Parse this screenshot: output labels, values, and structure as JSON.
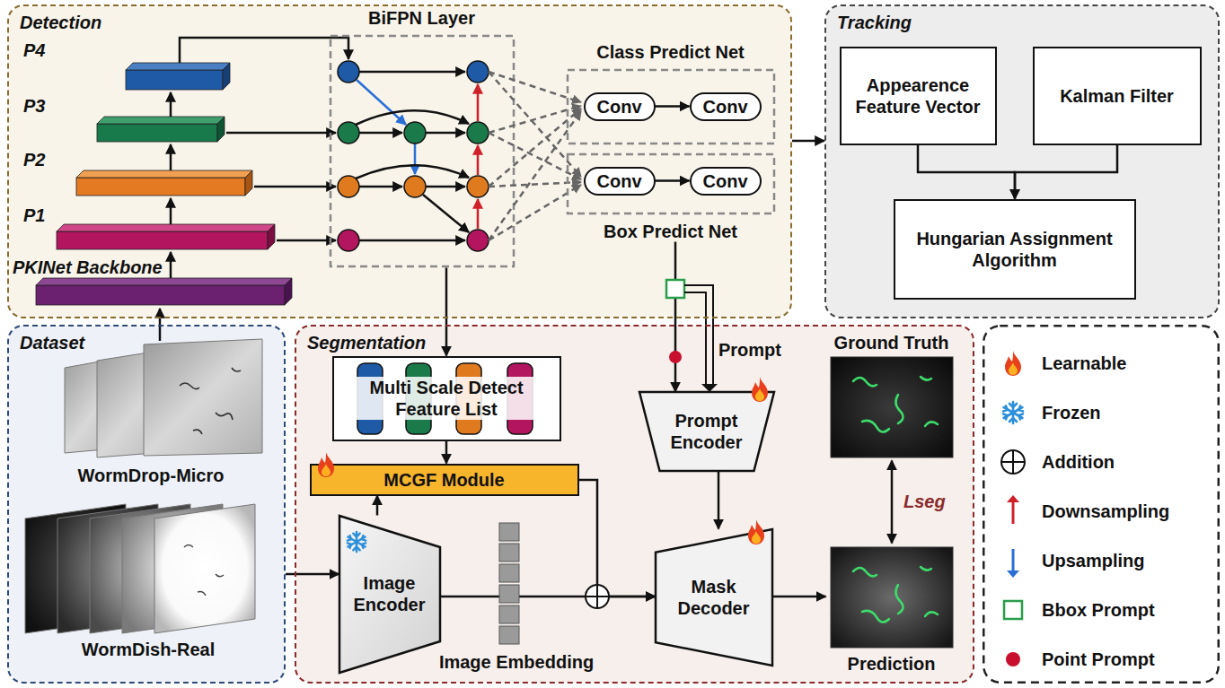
{
  "diagram": {
    "nodes": [
      {
        "text": [
          "Detection"
        ]
      },
      {
        "text": [
          "BiFPN Layer"
        ],
        "in": 0
      },
      {
        "text": [
          "Class Predict Net"
        ],
        "in": 0
      },
      {
        "text": [
          "Conv"
        ],
        "in": 2
      },
      {
        "text": [
          "Conv"
        ],
        "in": 2
      },
      {
        "text": [
          "Box Predict Net"
        ],
        "in": 0
      },
      {
        "text": [
          "Conv"
        ],
        "in": 5
      },
      {
        "text": [
          "Conv"
        ],
        "in": 5
      },
      {
        "text": [
          "Tracking"
        ]
      },
      {
        "text": [
          "Appearence Feature Vector"
        ],
        "in": 8
      },
      {
        "text": [
          "Kalman Filter"
        ],
        "in": 8
      },
      {
        "text": [
          "Hungarian Assignment Algorithm"
        ],
        "in": 8
      },
      {
        "text": [
          "Dataset"
        ]
      },
      {
        "text": [
          "Segmentation"
        ]
      },
      {
        "text": [
          "Multi Scale Detect Feature List"
        ],
        "in": 13
      },
      {
        "text": [
          "MCGF Module"
        ],
        "in": 13
      },
      {
        "text": [
          "Image Encoder"
        ],
        "in": 13
      },
      {
        "text": [
          "Prompt Encoder"
        ],
        "in": 13
      },
      {
        "text": [
          "Mask Decoder"
        ],
        "in": 13
      },
      {
        "text": [
          "Ground Truth"
        ],
        "in": 13
      },
      {
        "text": [
          "Prediction"
        ],
        "in": 13
      }
    ],
    "edges": [
      {
        "from": 3,
        "to": 4,
        "arrow": "to"
      },
      {
        "from": 6,
        "to": 7,
        "arrow": "to"
      },
      {
        "from": 9,
        "to": 11,
        "arrow": "to"
      },
      {
        "from": 10,
        "to": 11,
        "arrow": "to"
      },
      {
        "from": 0,
        "to": 8,
        "arrow": "to"
      },
      {
        "from": 1,
        "to": 14,
        "arrow": "to"
      },
      {
        "from": 14,
        "to": 15,
        "arrow": "to"
      },
      {
        "from": 16,
        "to": 15,
        "arrow": "to"
      },
      {
        "from": 12,
        "to": 16,
        "arrow": "to"
      },
      {
        "from": 16,
        "to": 18,
        "arrow": "to"
      },
      {
        "from": 15,
        "to": 18,
        "arrow": "to"
      },
      {
        "from": 5,
        "to": 17,
        "arrow": "to"
      },
      {
        "from": 17,
        "to": 18,
        "arrow": "to"
      },
      {
        "from": 18,
        "to": 20,
        "arrow": "to"
      },
      {
        "from": 19,
        "to": 20,
        "arrow": "both",
        "label": "Lseg"
      }
    ],
    "labels": [
      "P4",
      "P3",
      "P2",
      "P1",
      "PKINet Backbone",
      "Prompt",
      "WormDrop-Micro",
      "WormDish-Real",
      "Image Embedding"
    ],
    "legend": [
      {
        "text": "Learnable"
      },
      {
        "text": "Frozen"
      },
      {
        "text": "Addition"
      },
      {
        "text": "Downsampling"
      },
      {
        "text": "Upsampling"
      },
      {
        "text": "Bbox Prompt"
      },
      {
        "text": "Point Prompt"
      }
    ]
  }
}
